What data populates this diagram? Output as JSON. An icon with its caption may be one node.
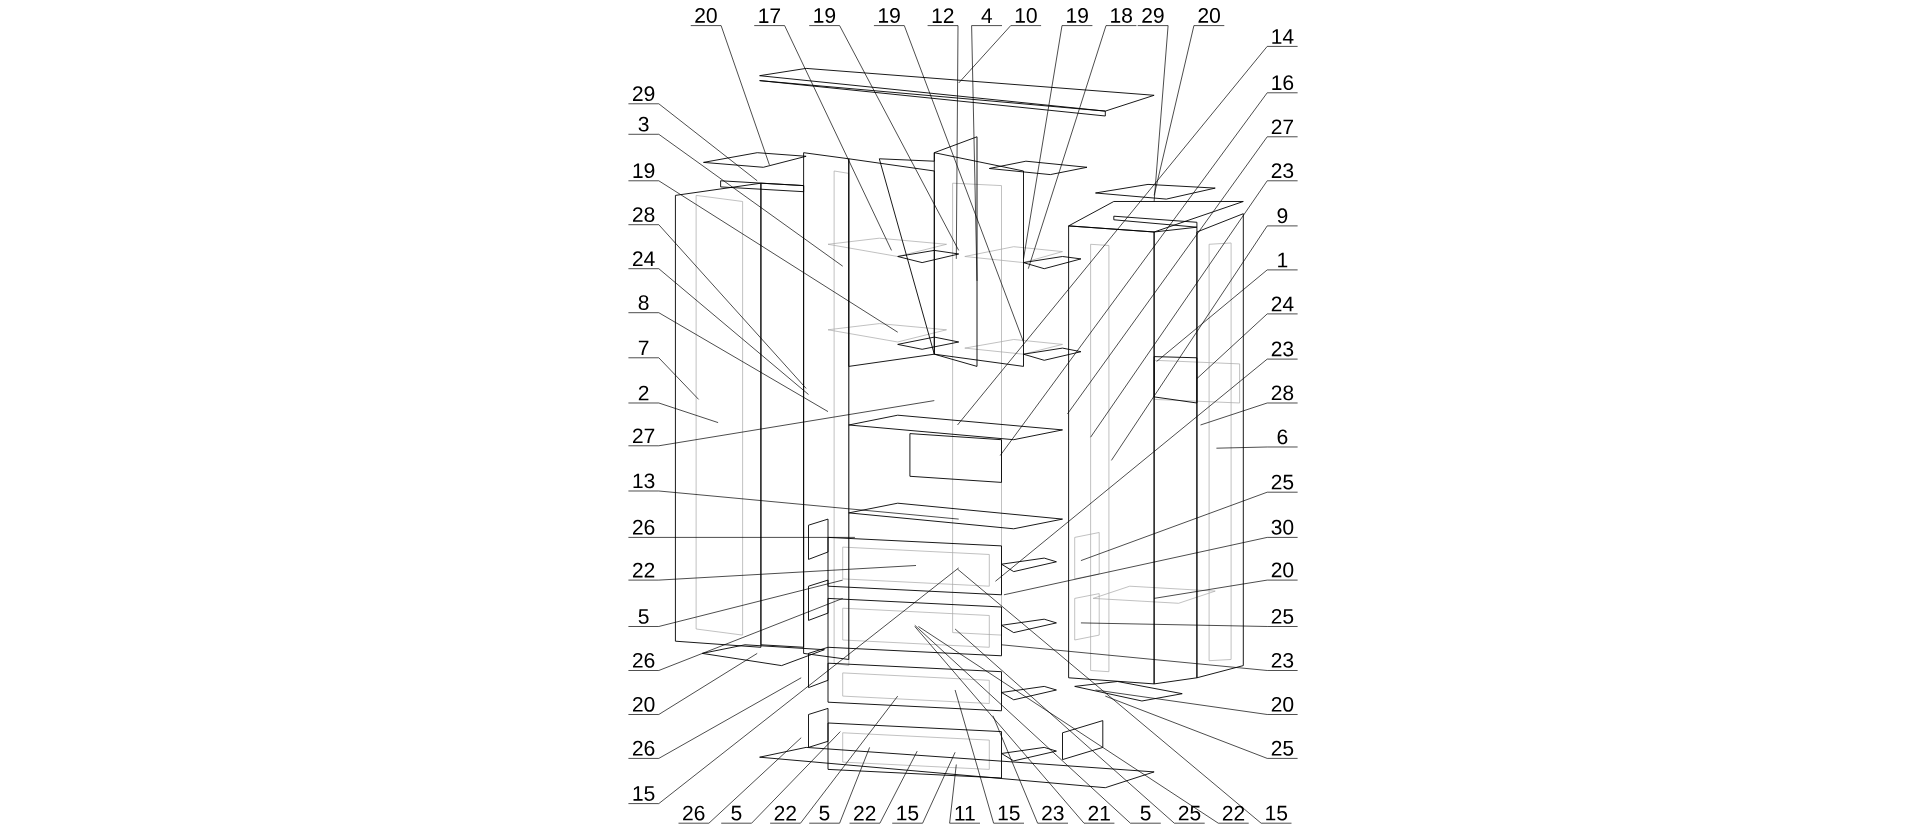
{
  "diagram": {
    "nodes": [
      {
        "text": [
          "20"
        ]
      },
      {
        "text": [
          "17"
        ]
      },
      {
        "text": [
          "19"
        ]
      },
      {
        "text": [
          "19"
        ]
      },
      {
        "text": [
          "12"
        ]
      },
      {
        "text": [
          "4"
        ]
      },
      {
        "text": [
          "10"
        ]
      },
      {
        "text": [
          "19"
        ]
      },
      {
        "text": [
          "18"
        ]
      },
      {
        "text": [
          "29"
        ]
      },
      {
        "text": [
          "20"
        ]
      },
      {
        "text": [
          "29"
        ]
      },
      {
        "text": [
          "3"
        ]
      },
      {
        "text": [
          "19"
        ]
      },
      {
        "text": [
          "28"
        ]
      },
      {
        "text": [
          "24"
        ]
      },
      {
        "text": [
          "8"
        ]
      },
      {
        "text": [
          "7"
        ]
      },
      {
        "text": [
          "2"
        ]
      },
      {
        "text": [
          "27"
        ]
      },
      {
        "text": [
          "13"
        ]
      },
      {
        "text": [
          "26"
        ]
      },
      {
        "text": [
          "22"
        ]
      },
      {
        "text": [
          "5"
        ]
      },
      {
        "text": [
          "26"
        ]
      },
      {
        "text": [
          "20"
        ]
      },
      {
        "text": [
          "26"
        ]
      },
      {
        "text": [
          "15"
        ]
      },
      {
        "text": [
          "14"
        ]
      },
      {
        "text": [
          "16"
        ]
      },
      {
        "text": [
          "27"
        ]
      },
      {
        "text": [
          "23"
        ]
      },
      {
        "text": [
          "9"
        ]
      },
      {
        "text": [
          "1"
        ]
      },
      {
        "text": [
          "24"
        ]
      },
      {
        "text": [
          "23"
        ]
      },
      {
        "text": [
          "28"
        ]
      },
      {
        "text": [
          "6"
        ]
      },
      {
        "text": [
          "25"
        ]
      },
      {
        "text": [
          "30"
        ]
      },
      {
        "text": [
          "20"
        ]
      },
      {
        "text": [
          "25"
        ]
      },
      {
        "text": [
          "23"
        ]
      },
      {
        "text": [
          "20"
        ]
      },
      {
        "text": [
          "25"
        ]
      },
      {
        "text": [
          "26"
        ]
      },
      {
        "text": [
          "5"
        ]
      },
      {
        "text": [
          "22"
        ]
      },
      {
        "text": [
          "5"
        ]
      },
      {
        "text": [
          "22"
        ]
      },
      {
        "text": [
          "15"
        ]
      },
      {
        "text": [
          "11"
        ]
      },
      {
        "text": [
          "15"
        ]
      },
      {
        "text": [
          "23"
        ]
      },
      {
        "text": [
          "21"
        ]
      },
      {
        "text": [
          "5"
        ]
      },
      {
        "text": [
          "25"
        ]
      },
      {
        "text": [
          "22"
        ]
      },
      {
        "text": [
          "15"
        ]
      }
    ],
    "edges": [
      {
        "from": 0,
        "to": null,
        "arrow": "none"
      },
      {
        "from": 1,
        "to": null,
        "arrow": "none"
      },
      {
        "from": 2,
        "to": null,
        "arrow": "none"
      },
      {
        "from": 3,
        "to": null,
        "arrow": "none"
      },
      {
        "from": 4,
        "to": null,
        "arrow": "none"
      },
      {
        "from": 5,
        "to": null,
        "arrow": "none"
      },
      {
        "from": 6,
        "to": null,
        "arrow": "none"
      },
      {
        "from": 7,
        "to": null,
        "arrow": "none"
      },
      {
        "from": 8,
        "to": null,
        "arrow": "none"
      },
      {
        "from": 9,
        "to": null,
        "arrow": "none"
      },
      {
        "from": 10,
        "to": null,
        "arrow": "none"
      },
      {
        "from": 11,
        "to": null,
        "arrow": "none"
      },
      {
        "from": 12,
        "to": null,
        "arrow": "none"
      },
      {
        "from": 13,
        "to": null,
        "arrow": "none"
      },
      {
        "from": 14,
        "to": null,
        "arrow": "none"
      },
      {
        "from": 15,
        "to": null,
        "arrow": "none"
      },
      {
        "from": 16,
        "to": null,
        "arrow": "none"
      },
      {
        "from": 17,
        "to": null,
        "arrow": "none"
      },
      {
        "from": 18,
        "to": null,
        "arrow": "none"
      },
      {
        "from": 19,
        "to": null,
        "arrow": "none"
      },
      {
        "from": 20,
        "to": null,
        "arrow": "none"
      },
      {
        "from": 21,
        "to": null,
        "arrow": "none"
      },
      {
        "from": 22,
        "to": null,
        "arrow": "none"
      },
      {
        "from": 23,
        "to": null,
        "arrow": "none"
      },
      {
        "from": 24,
        "to": null,
        "arrow": "none"
      },
      {
        "from": 25,
        "to": null,
        "arrow": "none"
      },
      {
        "from": 26,
        "to": null,
        "arrow": "none"
      },
      {
        "from": 27,
        "to": null,
        "arrow": "none"
      },
      {
        "from": 28,
        "to": null,
        "arrow": "none"
      },
      {
        "from": 29,
        "to": null,
        "arrow": "none"
      },
      {
        "from": 30,
        "to": null,
        "arrow": "none"
      },
      {
        "from": 31,
        "to": null,
        "arrow": "none"
      },
      {
        "from": 32,
        "to": null,
        "arrow": "none"
      },
      {
        "from": 33,
        "to": null,
        "arrow": "none"
      },
      {
        "from": 34,
        "to": null,
        "arrow": "none"
      },
      {
        "from": 35,
        "to": null,
        "arrow": "none"
      },
      {
        "from": 36,
        "to": null,
        "arrow": "none"
      },
      {
        "from": 37,
        "to": null,
        "arrow": "none"
      },
      {
        "from": 38,
        "to": null,
        "arrow": "none"
      },
      {
        "from": 39,
        "to": null,
        "arrow": "none"
      },
      {
        "from": 40,
        "to": null,
        "arrow": "none"
      },
      {
        "from": 41,
        "to": null,
        "arrow": "none"
      },
      {
        "from": 42,
        "to": null,
        "arrow": "none"
      },
      {
        "from": 43,
        "to": null,
        "arrow": "none"
      },
      {
        "from": 44,
        "to": null,
        "arrow": "none"
      },
      {
        "from": 45,
        "to": null,
        "arrow": "none"
      },
      {
        "from": 46,
        "to": null,
        "arrow": "none"
      },
      {
        "from": 47,
        "to": null,
        "arrow": "none"
      },
      {
        "from": 48,
        "to": null,
        "arrow": "none"
      },
      {
        "from": 49,
        "to": null,
        "arrow": "none"
      },
      {
        "from": 50,
        "to": null,
        "arrow": "none"
      },
      {
        "from": 51,
        "to": null,
        "arrow": "none"
      },
      {
        "from": 52,
        "to": null,
        "arrow": "none"
      },
      {
        "from": 53,
        "to": null,
        "arrow": "none"
      },
      {
        "from": 54,
        "to": null,
        "arrow": "none"
      },
      {
        "from": 55,
        "to": null,
        "arrow": "none"
      },
      {
        "from": 56,
        "to": null,
        "arrow": "none"
      },
      {
        "from": 57,
        "to": null,
        "arrow": "none"
      },
      {
        "from": 58,
        "to": null,
        "arrow": "none"
      }
    ]
  }
}
